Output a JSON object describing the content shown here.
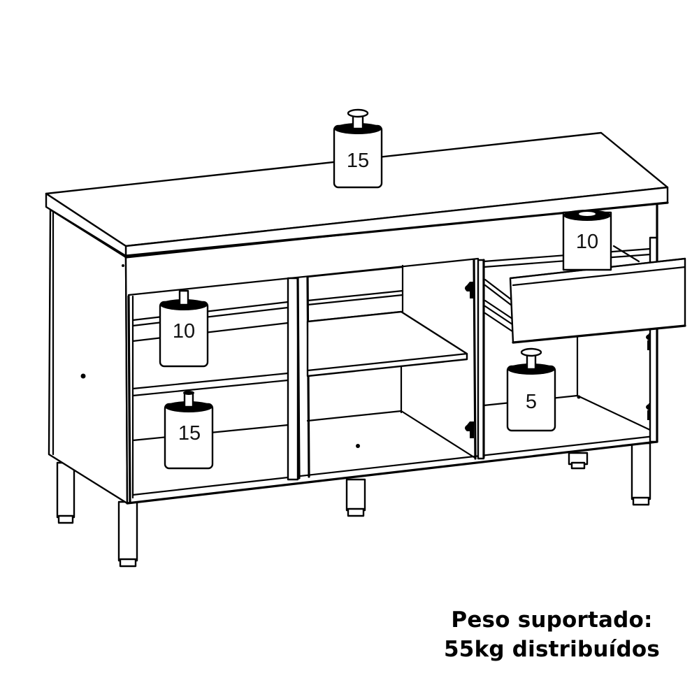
{
  "illustration": {
    "subject": "kitchen cabinet with countertop, open doors, open drawer and test weights",
    "line_color": "#000000",
    "background_color": "#ffffff"
  },
  "weights": [
    {
      "id": "countertop",
      "value": "15"
    },
    {
      "id": "drawer",
      "value": "10"
    },
    {
      "id": "left-upper-shelf",
      "value": "10"
    },
    {
      "id": "left-lower-shelf",
      "value": "15"
    },
    {
      "id": "right-compartment-floor",
      "value": "5"
    }
  ],
  "caption": {
    "line1": "Peso suportado:",
    "line2": "55kg distribuídos"
  }
}
